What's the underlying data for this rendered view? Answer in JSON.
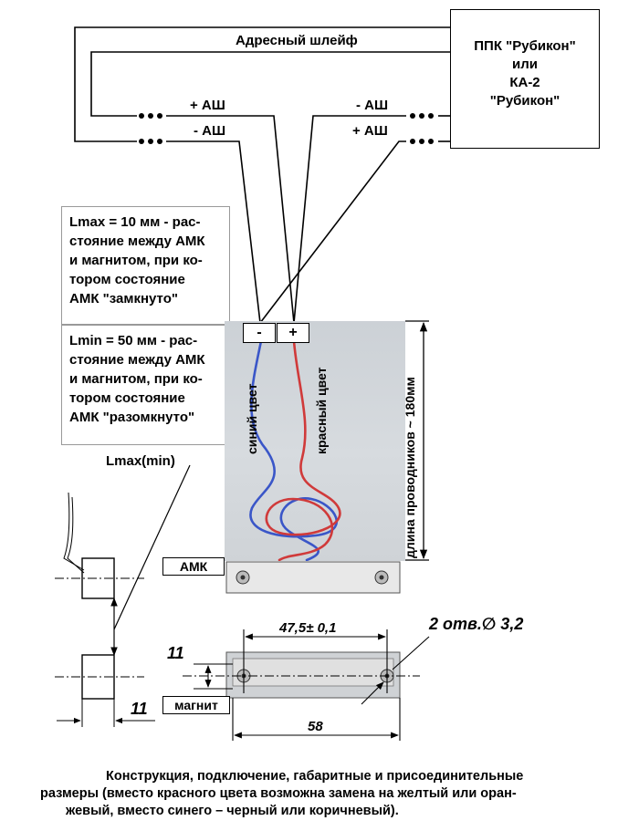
{
  "top": {
    "loop_label": "Адресный шлейф",
    "left_plus": "+ АШ",
    "left_minus": "- АШ",
    "right_minus": "- АШ",
    "right_plus": "+ АШ"
  },
  "ppk": {
    "line1": "ППК \"Рубикон\"",
    "line2": "или",
    "line3": "КА-2",
    "line4": "\"Рубикон\""
  },
  "note_max": {
    "line1": "Lmax = 10 мм - рас-",
    "line2": "стояние между АМК",
    "line3": "и магнитом, при ко-",
    "line4": "тором состояние",
    "line5": "АМК \"замкнуто\""
  },
  "note_min": {
    "line1": "Lmin = 50 мм - рас-",
    "line2": "стояние между АМК",
    "line3": "и магнитом, при ко-",
    "line4": "тором состояние",
    "line5": "АМК \"разомкнуто\""
  },
  "terminals": {
    "minus": "-",
    "plus": "+"
  },
  "wires": {
    "blue_label": "синий цвет",
    "red_label": "красный цвет",
    "length_label": "длина проводников ~ 180мм"
  },
  "lmax_label": "Lmax(min)",
  "amk_label": "АМК",
  "magnet_label": "магнит",
  "dims": {
    "hole_spacing": "47,5± 0,1",
    "holes": "2 отв.∅ 3,2",
    "height": "11",
    "width_small": "11",
    "length": "58"
  },
  "colors": {
    "blue_wire": "#3a56c8",
    "red_wire": "#d03a3a"
  },
  "caption": {
    "line1": "Конструкция, подключение, габаритные и присоединительные",
    "line2": "размеры (вместо красного цвета возможна замена на желтый или оран-",
    "line3": "жевый, вместо синего – черный или коричневый)."
  }
}
